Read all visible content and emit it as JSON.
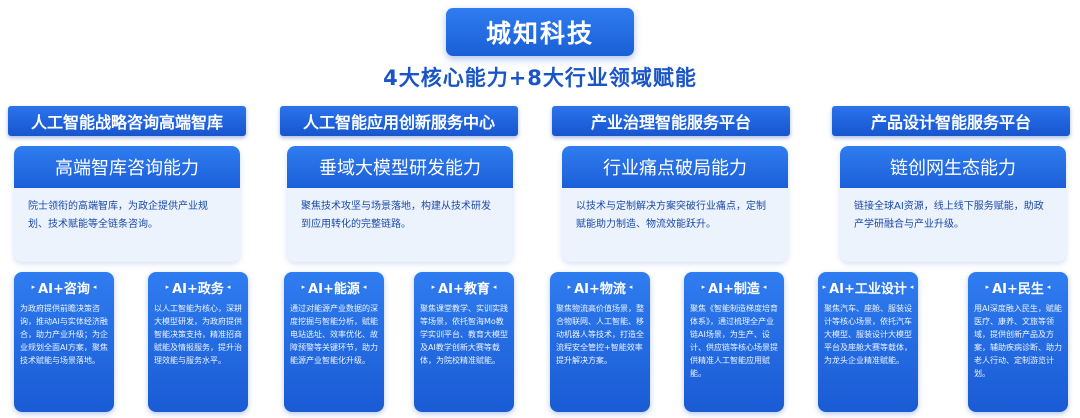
{
  "title": "城知科技",
  "subtitle": "4大核心能力+8大行业领域赋能",
  "columns": [
    {
      "header": "人工智能战略咨询高端智库",
      "capability": "高端智库咨询能力",
      "description": "院士领衔的高端智库，为政企提供产业规划、技术赋能等全链条咨询。",
      "cards": [
        {
          "title": "AI+咨询",
          "desc": "为政府提供前瞻决策咨询，推动AI与实体经济融合，助力产业升级；为企业规划全面AI方案，聚焦技术赋能与场景落地。"
        },
        {
          "title": "AI+政务",
          "desc": "以人工智能为核心，深耕大模型研发，为政府提供智能决策支持，精准招商赋能及情报服务，提升治理效能与服务水平。"
        }
      ]
    },
    {
      "header": "人工智能应用创新服务中心",
      "capability": "垂域大模型研发能力",
      "description": "聚焦技术攻坚与场景落地，构建从技术研发到应用转化的完整链路。",
      "cards": [
        {
          "title": "AI+能源",
          "desc": "通过对能源产业数据的深度挖掘与智能分析，赋能电站选址、效率优化、故障预警等关键环节，助力能源产业智能化升级。"
        },
        {
          "title": "AI+教育",
          "desc": "聚焦课堂教学、实训实践等场景，依托智海Mo教学实训平台、教育大模型及AI教学创新大赛等载体，为院校精准赋能。"
        }
      ]
    },
    {
      "header": "产业治理智能服务平台",
      "capability": "行业痛点破局能力",
      "description": "以技术与定制解决方案突破行业痛点，定制赋能助力制造、物流效能跃升。",
      "cards": [
        {
          "title": "AI+物流",
          "desc": "聚焦物流高价值场景，整合物联网、人工智能、移动机器人等技术，打造全流程安全管控+智能效率提升解决方案。"
        },
        {
          "title": "AI+制造",
          "desc": "聚焦《智能制造梯度培育体系》，通过梳理全产业链AI场景，为生产、设计、供应链等核心场景提供精准人工智能应用赋能。"
        }
      ]
    },
    {
      "header": "产品设计智能服务平台",
      "capability": "链创网生态能力",
      "description": "链接全球AI资源，线上线下服务赋能，助政产学研融合与产业升级。",
      "cards": [
        {
          "title": "AI+工业设计",
          "desc": "聚焦汽车、座舱、服装设计等核心场景，依托汽车大模型、服装设计大模型平台及座舱大赛等载体，为龙头企业精准赋能。"
        },
        {
          "title": "AI+民生",
          "desc": "用AI深度融入民生，赋能医疗、康养、文旅等领域，提供创新产品及方案，辅助疾病诊断、助力老人行动、定制游览计划。"
        }
      ]
    }
  ]
}
